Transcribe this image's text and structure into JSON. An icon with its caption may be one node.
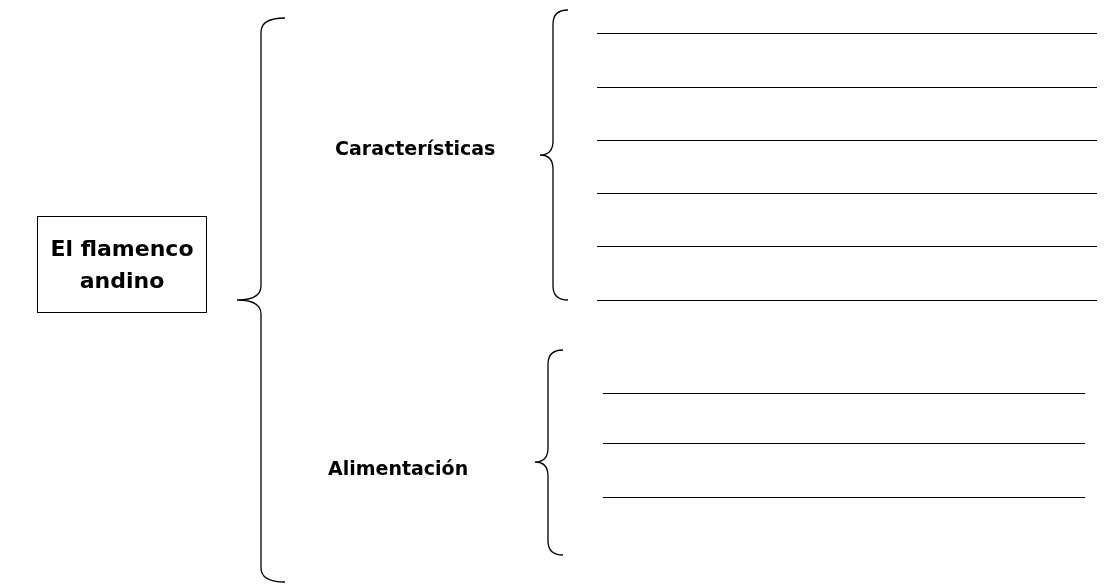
{
  "diagram": {
    "nodes": [
      {
        "text": [
          "El flamenco andino"
        ]
      },
      {
        "text": [
          "Características"
        ]
      },
      {
        "text": [
          "Alimentación"
        ]
      }
    ]
  }
}
